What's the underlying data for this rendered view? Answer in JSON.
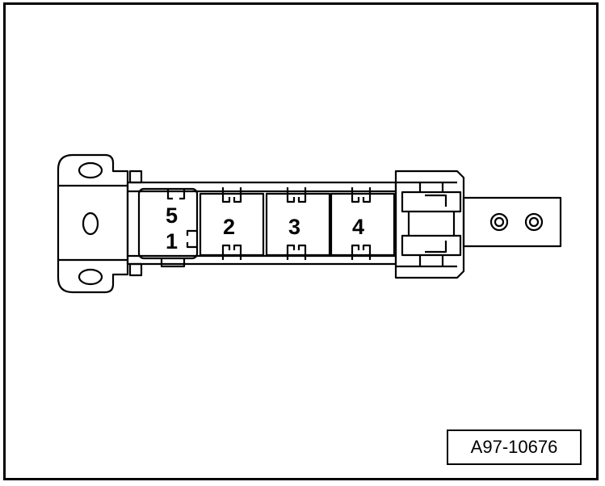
{
  "figure": {
    "reference_code": "A97-10676",
    "relay_positions": [
      "5",
      "1",
      "2",
      "3",
      "4"
    ]
  }
}
